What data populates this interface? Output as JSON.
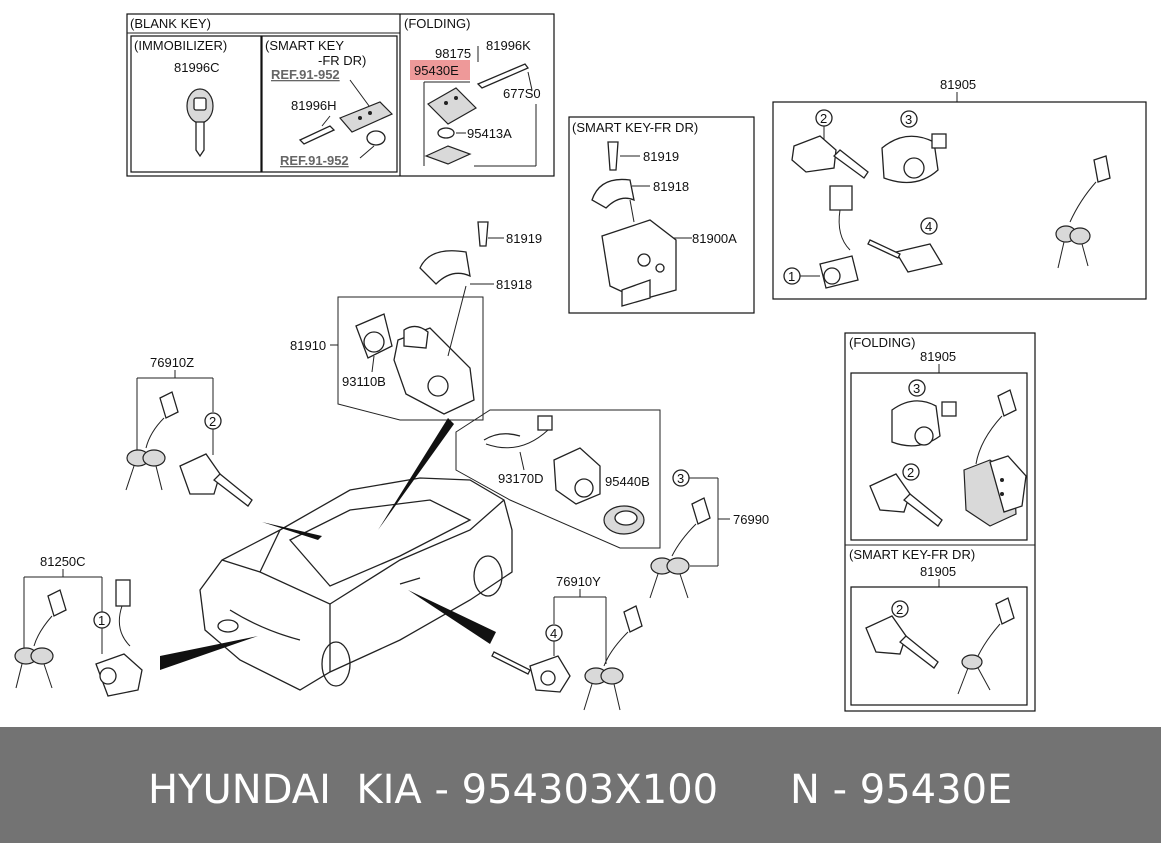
{
  "boxes": {
    "blank_key": "(BLANK KEY)",
    "immobilizer": "(IMMOBILIZER)",
    "smart_key_l1": "(SMART KEY",
    "smart_key_l2": "-FR DR)",
    "folding": "(FOLDING)",
    "smart_key_fr_dr": "(SMART KEY-FR DR)",
    "folding_2": "(FOLDING)",
    "smart_key_fr_dr_2": "(SMART KEY-FR DR)"
  },
  "parts": {
    "p81996C": "81996C",
    "ref1": "REF.91-952",
    "p81996H": "81996H",
    "ref2": "REF.91-952",
    "p98175": "98175",
    "p81996K": "81996K",
    "p95430E": "95430E",
    "p677S0": "677S0",
    "p95413A": "95413A",
    "p81919_a": "81919",
    "p81918_a": "81918",
    "p81900A": "81900A",
    "p81905_a": "81905",
    "p81919_b": "81919",
    "p81918_b": "81918",
    "p81910": "81910",
    "p93110B": "93110B",
    "p76910Z": "76910Z",
    "p93170D": "93170D",
    "p95440B": "95440B",
    "p76990": "76990",
    "p81905_b": "81905",
    "p81905_c": "81905",
    "p81250C": "81250C",
    "p76910Y": "76910Y"
  },
  "callouts": {
    "n1": "1",
    "n2": "2",
    "n3": "3",
    "n4": "4"
  },
  "colors": {
    "highlight": "#ee9999",
    "banner_bg": "#737373",
    "banner_text": "#ffffff"
  },
  "banner": {
    "brand_part": "HYUNDAI  KIA - 954303X100",
    "oem_part": "N - 95430E"
  }
}
